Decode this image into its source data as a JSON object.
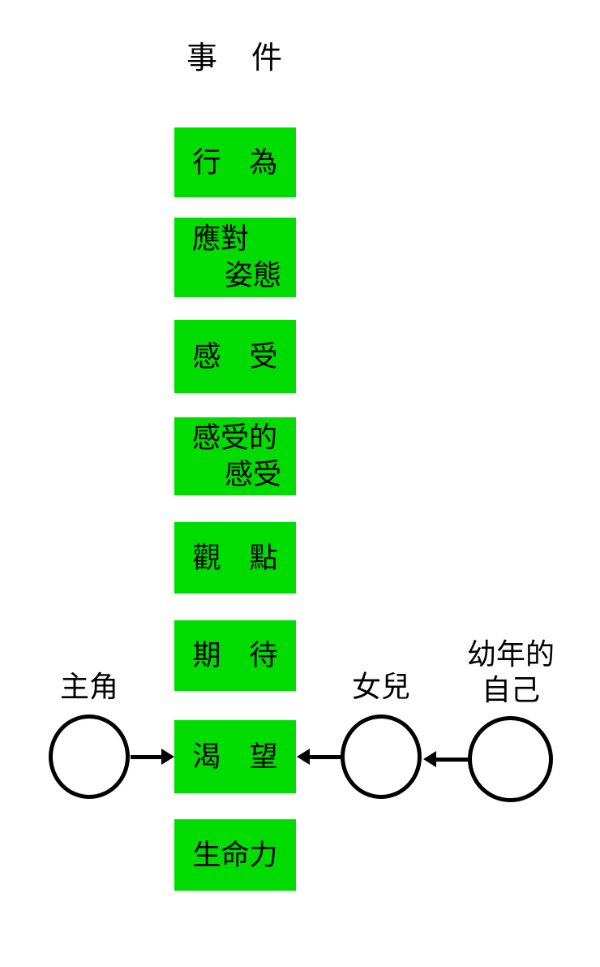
{
  "title": "事　件",
  "stages": [
    {
      "id": "behavior",
      "line1": "行　為"
    },
    {
      "id": "coping-stance",
      "line1": "應對",
      "line2": "姿態"
    },
    {
      "id": "feelings",
      "line1": "感　受"
    },
    {
      "id": "feelings-of-feelings",
      "line1": "感受的",
      "line2": "感受"
    },
    {
      "id": "perceptions",
      "line1": "觀　點"
    },
    {
      "id": "expectations",
      "line1": "期　待"
    },
    {
      "id": "yearnings",
      "line1": "渴　望"
    },
    {
      "id": "life-energy",
      "line1": "生命力"
    }
  ],
  "actors": [
    {
      "id": "protagonist",
      "label": "主角"
    },
    {
      "id": "daughter",
      "label": "女兒"
    },
    {
      "id": "child-self",
      "label_line1": "幼年的",
      "label_line2": "自己"
    }
  ],
  "connections": [
    {
      "from": "protagonist",
      "to": "yearnings-box"
    },
    {
      "from": "daughter",
      "to": "yearnings-box"
    },
    {
      "from": "child-self",
      "to": "daughter"
    }
  ],
  "colors": {
    "box_green": "#00db00",
    "text": "#000000",
    "background": "#ffffff",
    "stroke": "#000000"
  }
}
